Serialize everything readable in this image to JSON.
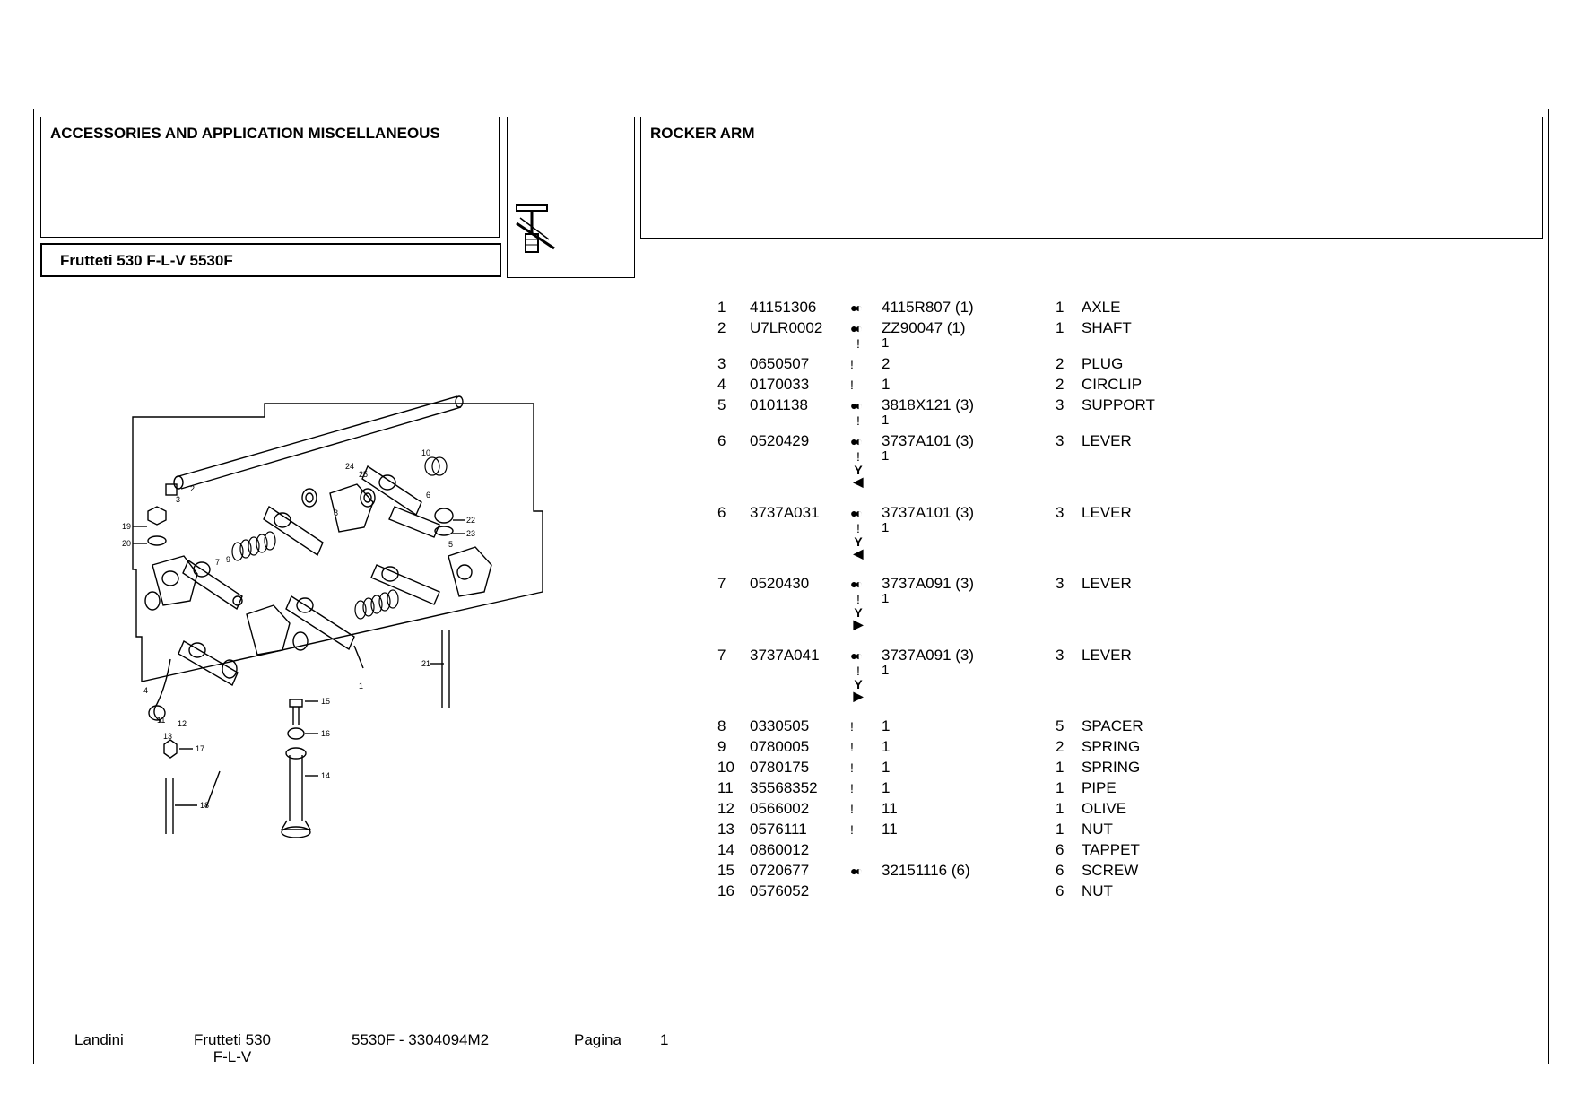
{
  "header": {
    "group_title": "ACCESSORIES AND APPLICATION MISCELLANEOUS",
    "model": "Frutteti 530 F-L-V 5530F",
    "section_title": "ROCKER ARM"
  },
  "icons": {
    "group_icon": "valve-tappet-icon",
    "compatibility_symbol": "half-filled-circle-icon",
    "note_symbol": "exclamation-mark",
    "tree_symbol": "dashed-tree-marker-icon"
  },
  "parts": [
    {
      "pos": "1",
      "code": "41151306",
      "sym": "●◐",
      "ref": "4115R807  (1)",
      "sub": "",
      "qty": "1",
      "desc": "AXLE"
    },
    {
      "pos": "2",
      "code": "U7LR0002",
      "sym": "●◐",
      "ref": "ZZ90047  (1)",
      "sub": "1",
      "qty": "1",
      "desc": "SHAFT"
    },
    {
      "pos": "3",
      "code": "0650507",
      "sym": "!",
      "ref": "2",
      "sub": "",
      "qty": "2",
      "desc": "PLUG"
    },
    {
      "pos": "4",
      "code": "0170033",
      "sym": "!",
      "ref": "1",
      "sub": "",
      "qty": "2",
      "desc": "CIRCLIP"
    },
    {
      "pos": "5",
      "code": "0101138",
      "sym": "●◐",
      "ref": "3818X121  (3)",
      "sub": "1",
      "qty": "3",
      "desc": "SUPPORT"
    },
    {
      "pos": "6",
      "code": "0520429",
      "sym": "●◐",
      "ref": "3737A101  (3)",
      "sub": "1",
      "qty": "3",
      "desc": "LEVER"
    },
    {
      "pos": "6",
      "code": "3737A031",
      "sym": "●◐",
      "ref": "3737A101  (3)",
      "sub": "1",
      "qty": "3",
      "desc": "LEVER"
    },
    {
      "pos": "7",
      "code": "0520430",
      "sym": "●◐",
      "ref": "3737A091  (3)",
      "sub": "1",
      "qty": "3",
      "desc": "LEVER"
    },
    {
      "pos": "7",
      "code": "3737A041",
      "sym": "●◐",
      "ref": "3737A091  (3)",
      "sub": "1",
      "qty": "3",
      "desc": "LEVER"
    },
    {
      "pos": "8",
      "code": "0330505",
      "sym": "!",
      "ref": "1",
      "sub": "",
      "qty": "5",
      "desc": "SPACER"
    },
    {
      "pos": "9",
      "code": "0780005",
      "sym": "!",
      "ref": "1",
      "sub": "",
      "qty": "2",
      "desc": "SPRING"
    },
    {
      "pos": "10",
      "code": "0780175",
      "sym": "!",
      "ref": "1",
      "sub": "",
      "qty": "1",
      "desc": "SPRING"
    },
    {
      "pos": "11",
      "code": "35568352",
      "sym": "!",
      "ref": "1",
      "sub": "",
      "qty": "1",
      "desc": "PIPE"
    },
    {
      "pos": "12",
      "code": "0566002",
      "sym": "!",
      "ref": "11",
      "sub": "",
      "qty": "1",
      "desc": "OLIVE"
    },
    {
      "pos": "13",
      "code": "0576111",
      "sym": "!",
      "ref": "11",
      "sub": "",
      "qty": "1",
      "desc": "NUT"
    },
    {
      "pos": "14",
      "code": "0860012",
      "sym": "",
      "ref": "",
      "sub": "",
      "qty": "6",
      "desc": "TAPPET"
    },
    {
      "pos": "15",
      "code": "0720677",
      "sym": "●◐",
      "ref": "32151116  (6)",
      "sub": "",
      "qty": "6",
      "desc": "SCREW"
    },
    {
      "pos": "16",
      "code": "0576052",
      "sym": "",
      "ref": "",
      "sub": "",
      "qty": "6",
      "desc": "NUT"
    }
  ],
  "diagram_labels": [
    "1",
    "2",
    "3",
    "4",
    "5",
    "6",
    "7",
    "8",
    "9",
    "10",
    "11",
    "12",
    "13",
    "14",
    "15",
    "16",
    "17",
    "18",
    "19",
    "20",
    "21",
    "22",
    "23",
    "24",
    "25"
  ],
  "footer": {
    "brand": "Landini",
    "model_line1": "Frutteti 530",
    "model_line2": "F-L-V",
    "code": "5530F - 3304094M2",
    "page_label": "Pagina",
    "page_number": "1"
  }
}
